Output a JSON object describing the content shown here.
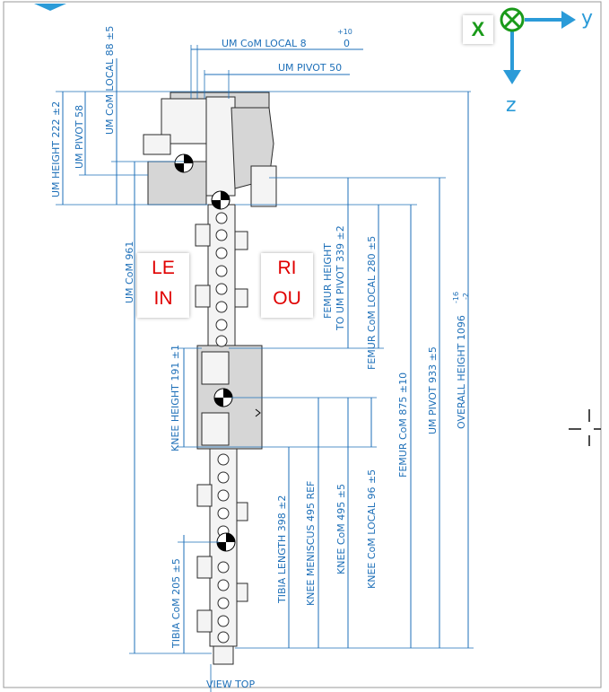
{
  "labels": {
    "left_top": "LE",
    "left_bottom": "IN",
    "right_top": "RI",
    "right_bottom": "OU",
    "axis_x": "X",
    "axis_y": "y",
    "axis_z": "z"
  },
  "dimensions": {
    "um_com_local": "UM CoM LOCAL  8",
    "tol_plus": "+10",
    "tol_zero": "0",
    "um_pivot": "UM PIVOT 50",
    "um_com_local_88": "UM CoM LOCAL 88 ±5",
    "um_height": "UM HEIGHT 222 ±2",
    "um_pivot_58": "UM PIVOT 58",
    "um_com_961": "UM CoM 961",
    "femur_height_1": "FEMUR HEIGHT",
    "femur_height_2": "TO UM PIVOT 339 ±2",
    "femur_com_local": "FEMUR CoM LOCAL 280 ±5",
    "femur_com": "FEMUR CoM 875 ±10",
    "um_pivot_933": "UM PIVOT 933 ±5",
    "overall_height": "OVERALL HEIGHT 1096",
    "overall_tol_plus": "-16",
    "overall_tol_minus": "-2",
    "knee_height": "KNEE HEIGHT 191 ±1",
    "tibia_length": "TIBIA LENGTH 398 ±2",
    "knee_meniscus": "KNEE MENISCUS 495 REF",
    "knee_com": "KNEE CoM 495 ±5",
    "knee_com_local": "KNEE CoM LOCAL 96 ±5",
    "tibia_com": "TIBIA CoM 205 ±5",
    "view_top": "VIEW TOP"
  },
  "colors": {
    "dimension": "#1d6fb8",
    "label_text": "#e00000",
    "axis_arrow": "#2b9bd8",
    "x_label": "#1a9a1a"
  }
}
